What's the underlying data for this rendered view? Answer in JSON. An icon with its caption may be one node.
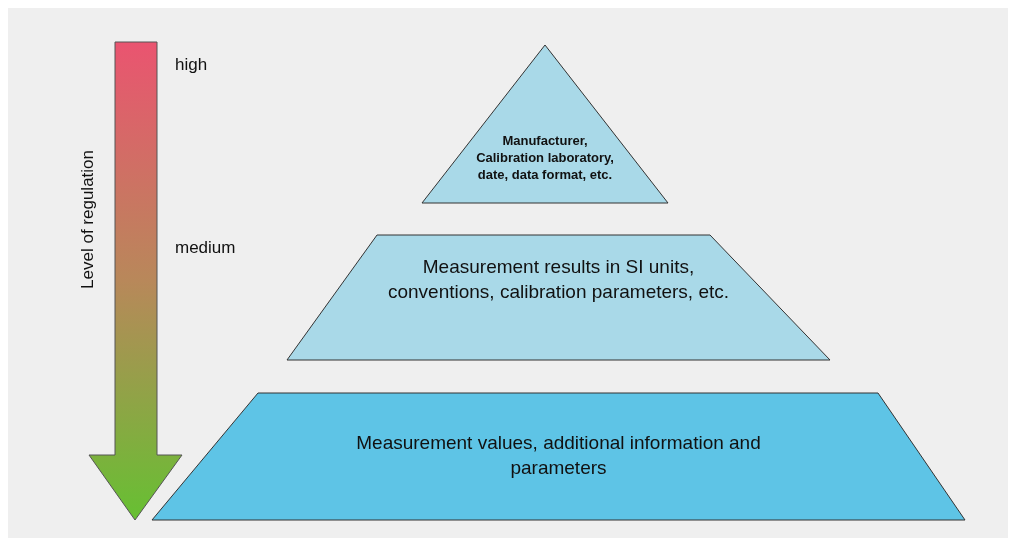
{
  "diagram": {
    "nodes": [
      {
        "text": [
          "Manufacturer, Calibration laboratory, date, data format, etc."
        ]
      },
      {
        "text": [
          "Measurement results in SI units, conventions, calibration parameters, etc."
        ]
      },
      {
        "text": [
          "Measurement values, additional information and parameters"
        ]
      }
    ],
    "labels": [
      "high",
      "medium",
      "Level of regulation"
    ]
  }
}
